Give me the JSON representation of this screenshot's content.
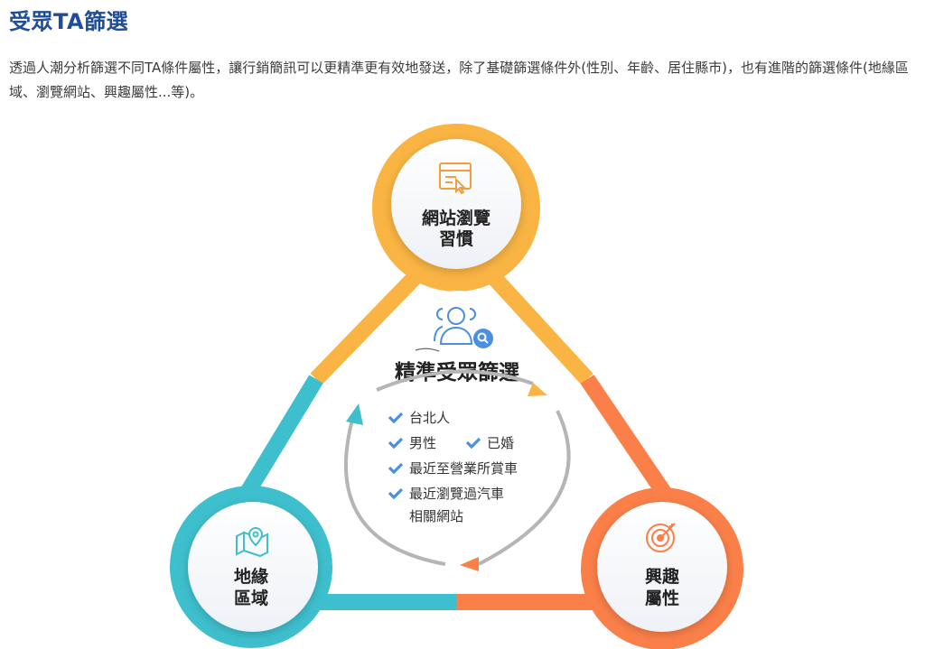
{
  "header": {
    "title": "受眾TA篩選",
    "description": "透過人潮分析篩選不同TA條件屬性，讓行銷簡訊可以更精準更有效地發送，除了基礎篩選條件外(性別、年齡、居住縣市)，也有進階的篩選條件(地緣區域、瀏覽網站、興趣屬性...等)。"
  },
  "diagram": {
    "center_title": "精準受眾篩選",
    "conditions": [
      "台北人",
      "男性",
      "已婚",
      "最近至營業所賞車",
      "最近瀏覽過汽車",
      "相關網站"
    ],
    "nodes": {
      "top": {
        "line1": "網站瀏覽",
        "line2": "習慣",
        "icon": "browser-window-icon",
        "color": "#f9b443"
      },
      "left": {
        "line1": "地緣",
        "line2": "區域",
        "icon": "map-pin-icon",
        "color": "#3ebfcd"
      },
      "right": {
        "line1": "興趣",
        "line2": "屬性",
        "icon": "target-icon",
        "color": "#fb7f49"
      }
    },
    "colors": {
      "arrow_orange": "#f9b443",
      "arrow_teal": "#3ebfcd",
      "arrow_red": "#fb7f49",
      "check_blue": "#4c8fe0",
      "cycle_gray": "#b5b5b5"
    }
  }
}
